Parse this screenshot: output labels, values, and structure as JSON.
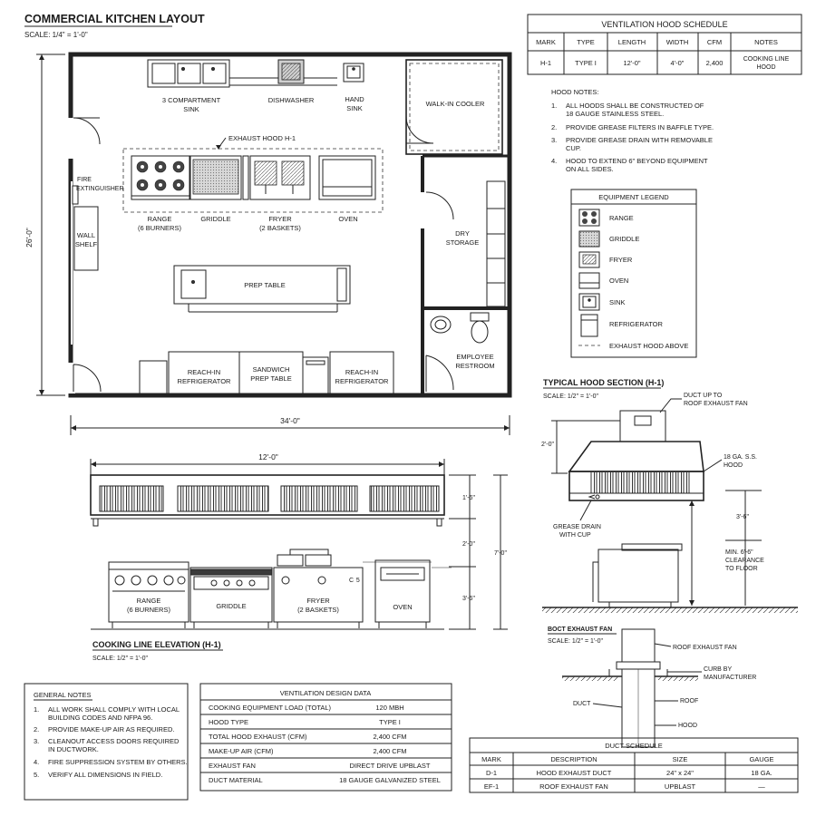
{
  "plan": {
    "title": "COMMERCIAL KITCHEN LAYOUT",
    "scale": "SCALE: 1/4\" = 1'-0\"",
    "dim_height": "26'-0\"",
    "dim_width": "34'-0\"",
    "labels": {
      "sink3": "3 COMPARTMENT",
      "sink3b": "SINK",
      "dishwasher": "DISHWASHER",
      "handsink": "HAND",
      "handsinkb": "SINK",
      "cooler": "WALK-IN COOLER",
      "hood": "EXHAUST HOOD H-1",
      "fire": "FIRE",
      "fireb": "EXTINGUISHER",
      "wall": "WALL",
      "wallb": "SHELF",
      "range": "RANGE",
      "rangeb": "(6 BURNERS)",
      "griddle": "GRIDDLE",
      "fryer": "FRYER",
      "fryerb": "(2 BASKETS)",
      "oven": "OVEN",
      "dry": "DRY",
      "dryb": "STORAGE",
      "prep": "PREP TABLE",
      "reach1": "REACH-IN",
      "reach1b": "REFRIGERATOR",
      "sandwich": "SANDWICH",
      "sandwichb": "PREP TABLE",
      "reach2": "REACH-IN",
      "reach2b": "REFRIGERATOR",
      "rest": "EMPLOYEE",
      "restb": "RESTROOM"
    }
  },
  "hood_schedule": {
    "title": "VENTILATION HOOD SCHEDULE",
    "headers": [
      "MARK",
      "TYPE",
      "LENGTH",
      "WIDTH",
      "CFM",
      "NOTES"
    ],
    "row": [
      "H-1",
      "TYPE I",
      "12'-0\"",
      "4'-0\"",
      "2,400",
      "COOKING LINE",
      "HOOD"
    ]
  },
  "hood_notes": {
    "title": "HOOD NOTES:",
    "items": [
      [
        "1.",
        "ALL HOODS SHALL BE CONSTRUCTED OF",
        "18 GAUGE STAINLESS STEEL."
      ],
      [
        "2.",
        "PROVIDE GREASE FILTERS IN BAFFLE TYPE.",
        ""
      ],
      [
        "3.",
        "PROVIDE GREASE DRAIN WITH REMOVABLE",
        "CUP."
      ],
      [
        "4.",
        "HOOD TO EXTEND 6\" BEYOND EQUIPMENT",
        "ON ALL SIDES."
      ]
    ]
  },
  "legend": {
    "title": "EQUIPMENT LEGEND",
    "items": [
      "RANGE",
      "GRIDDLE",
      "FRYER",
      "OVEN",
      "SINK",
      "REFRIGERATOR",
      "EXHAUST HOOD ABOVE"
    ]
  },
  "section": {
    "title": "TYPICAL HOOD SECTION (H-1)",
    "scale": "SCALE: 1/2\" = 1'-0\"",
    "duct1": "DUCT UP TO",
    "duct2": "ROOF EXHAUST FAN",
    "dim1": "2'-0\"",
    "ss1": "18 GA. S.S.",
    "ss2": "HOOD",
    "dim2": "3'-6\"",
    "grease1": "GREASE DRAIN",
    "grease2": "WITH CUP",
    "min1": "MIN. 6'-6\"",
    "min2": "CLEARANCE",
    "min3": "TO FLOOR"
  },
  "elevation": {
    "dim_top": "12'-0\"",
    "dim_a": "1'-6\"",
    "dim_b": "2'-0\"",
    "dim_c": "3'-6\"",
    "dim_total": "7'-0\"",
    "range": "RANGE",
    "rangeb": "(6 BURNERS)",
    "griddle": "GRIDDLE",
    "fryer": "FRYER",
    "fryerb": "(2 BASKETS)",
    "oven": "OVEN",
    "title": "COOKING LINE ELEVATION (H-1)",
    "scale": "SCALE: 1/2\" = 1'-0\""
  },
  "fan": {
    "title": "BOCT EXHAUST FAN",
    "scale": "SCALE: 1/2\" = 1'-0\"",
    "roof_fan": "ROOF EXHAUST FAN",
    "curb1": "CURB BY",
    "curb2": "MANUFACTURER",
    "duct": "DUCT",
    "roof": "ROOF",
    "hood": "HOOD"
  },
  "general_notes": {
    "title": "GENERAL NOTES",
    "items": [
      [
        "1.",
        "ALL WORK SHALL COMPLY WITH LOCAL",
        "BUILDING CODES AND NFPA 96."
      ],
      [
        "2.",
        "PROVIDE MAKE-UP AIR AS REQUIRED.",
        ""
      ],
      [
        "3.",
        "CLEANOUT ACCESS DOORS REQUIRED",
        "IN DUCTWORK."
      ],
      [
        "4.",
        "FIRE SUPPRESSION SYSTEM BY OTHERS.",
        ""
      ],
      [
        "5.",
        "VERIFY ALL DIMENSIONS IN FIELD.",
        ""
      ]
    ]
  },
  "vent_data": {
    "title": "VENTILATION DESIGN DATA",
    "rows": [
      [
        "COOKING EQUIPMENT LOAD (TOTAL)",
        "120 MBH"
      ],
      [
        "HOOD TYPE",
        "TYPE I"
      ],
      [
        "TOTAL HOOD EXHAUST (CFM)",
        "2,400 CFM"
      ],
      [
        "MAKE-UP AIR (CFM)",
        "2,400 CFM"
      ],
      [
        "EXHAUST FAN",
        "DIRECT DRIVE UPBLAST"
      ],
      [
        "DUCT MATERIAL",
        "18 GAUGE GALVANIZED STEEL"
      ]
    ]
  },
  "duct_schedule": {
    "title": "DUCT SCHEDULE",
    "headers": [
      "MARK",
      "DESCRIPTION",
      "SIZE",
      "GAUGE"
    ],
    "rows": [
      [
        "D-1",
        "HOOD EXHAUST DUCT",
        "24\" x 24\"",
        "18 GA."
      ],
      [
        "EF-1",
        "ROOF EXHAUST FAN",
        "UPBLAST",
        "—"
      ]
    ]
  }
}
